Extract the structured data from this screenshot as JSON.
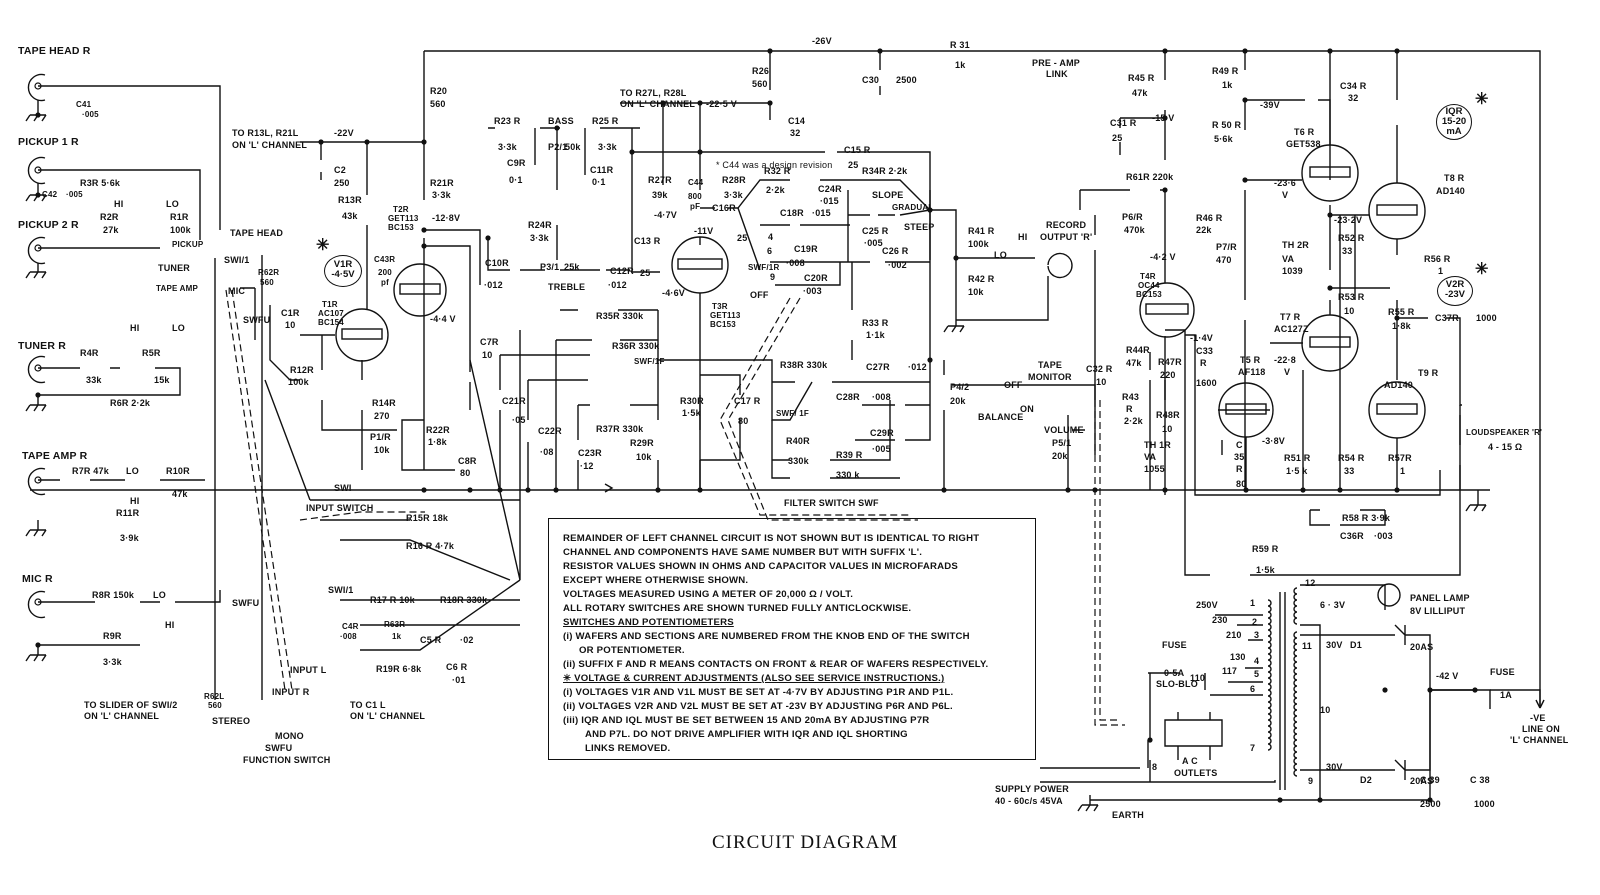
{
  "title": "CIRCUIT DIAGRAM",
  "inputs": {
    "tape_head": "TAPE HEAD R",
    "pickup1": "PICKUP 1 R",
    "pickup2": "PICKUP 2 R",
    "tuner": "TUNER R",
    "tape_amp": "TAPE AMP R",
    "mic": "MIC R"
  },
  "rails": {
    "v26": "-26V",
    "v22": "-22V",
    "v22_5": "-22·5 V",
    "v12_8": "-12·8V",
    "v15": "-15 V",
    "v39": "-39V",
    "v42": "-42  V"
  },
  "components": {
    "C41": "C41",
    "C41v": "·005",
    "C42": "C42",
    "C42v": "·005",
    "R3": "R3R 5·6k",
    "R2": "R2R",
    "R2v": "27k",
    "R1": "R1R",
    "R1v": "100k",
    "R4": "R4R",
    "R4v": "33k",
    "R5": "R5R",
    "R5v": "15k",
    "R6": "R6R  2·2k",
    "R7": "R7R  47k",
    "R10": "R10R",
    "R10v": "47k",
    "R11": "R11R",
    "R11v": "3·9k",
    "R8": "R8R 150k",
    "R9": "R9R",
    "R9v": "3·3k",
    "R62R": "R62R",
    "R62Rv": "560",
    "R62L": "R62L",
    "R62Lv": "560",
    "C2": "C2",
    "C2v": "250",
    "R13": "R13R",
    "R13v": "43k",
    "R20": "R20",
    "R20v": "560",
    "R21": "R21R",
    "R21v": "3·3k",
    "T2": "T2R",
    "T2a": "GET113",
    "T2b": "BC153",
    "C43": "C43R",
    "C43v": "200",
    "C43u": "pf",
    "T1": "T1R",
    "T1a": "AC107",
    "T1b": "BC154",
    "C1": "C1R",
    "C1v": "10",
    "R12": "R12R",
    "R12v": "100k",
    "R14": "R14R",
    "R14v": "270",
    "P1": "P1/R",
    "P1v": "10k",
    "R22": "R22R",
    "R22v": "1·8k",
    "C8": "C8R",
    "C8v": "80",
    "C7": "C7R",
    "C7v": "10",
    "R23": "R23 R",
    "R23v": "3·3k",
    "BASS": "BASS",
    "P2": "P2/1",
    "P2v": "50k",
    "R25": "R25 R",
    "R25v": "3·3k",
    "C9": "C9R",
    "C9v": "0·1",
    "C11": "C11R",
    "C11v": "0·1",
    "R24": "R24R",
    "R24v": "3·3k",
    "C10": "C10R",
    "C10v": "·012",
    "P3": "P3/1",
    "P3v": "25k",
    "TREBLE": "TREBLE",
    "C12": "C12R",
    "C12v": "·012",
    "R26": "R26",
    "R26v": "560",
    "C14": "C14",
    "C14v": "32",
    "C30": "C30",
    "C30v": "2500",
    "R31": "R 31",
    "R31v": "1k",
    "C15": "C15  R",
    "C15v": "25",
    "R27": "R27R",
    "R27v": "39k",
    "C44": "C44",
    "C44v": "800",
    "C44u": "pF",
    "R28": "R28R",
    "R28v": "3·3k",
    "C16": "C16R",
    "C16v": "25",
    "C13": "C13 R",
    "C13v": "25",
    "T3": "T3R",
    "T3a": "GET113",
    "T3b": "BC153",
    "R32": "R32 R",
    "R32v": "2·2k",
    "C24": "C24R",
    "C24v": "·015",
    "C18": "C18R",
    "C18v": "·015",
    "C19": "C19R",
    "C19v": "·008",
    "C20": "C20R",
    "C20v": "·003",
    "R34": "R34R  2·2k",
    "SLOPE": "SLOPE",
    "GRADUAL": "GRADUAL",
    "STEEP": "STEEP",
    "C25": "C25 R",
    "C25v": "·005",
    "C26": "C26 R",
    "C26v": "·002",
    "R33": "R33 R",
    "R33v": "1·1k",
    "R35": "R35R  330k",
    "R36": "R36R  330k",
    "R37": "R37R  330k",
    "C21": "C21R",
    "C21v": "·05",
    "C22": "C22R",
    "C22v": "·08",
    "C23": "C23R",
    "C23v": "·12",
    "R29": "R29R",
    "R29v": "10k",
    "R30": "R30R",
    "R30v": "1·5k",
    "C17": "C17 R",
    "C17v": "80",
    "R38": "R38R 330k",
    "C27": "C27R",
    "C27v": "·012",
    "C28": "C28R",
    "C28v": "·008",
    "C29": "C29R",
    "C29v": "·005",
    "R40": "R40R",
    "R40v": "330k",
    "R39": "R39 R",
    "R39v": "330 k",
    "P4": "P4/2",
    "P4v": "20k",
    "BALANCE": "BALANCE",
    "R41": "R41 R",
    "R41v": "100k",
    "R42": "R42 R",
    "R42v": "10k",
    "R45": "R45 R",
    "R45v": "47k",
    "C31": "C31 R",
    "C31v": "25",
    "R61": "R61R 220k",
    "P6": "P6/R",
    "P6v": "470k",
    "R46": "R46 R",
    "R46v": "22k",
    "T4": "T4R",
    "T4a": "OC44",
    "T4b": "BC153",
    "R44": "R44R",
    "R44v": "47k",
    "C32": "C32 R",
    "C32v": "10",
    "R43": "R43",
    "R43r": "R",
    "R43v": "2·2k",
    "P5": "P5/1",
    "P5v": "20k",
    "VOLUME": "VOLUME",
    "R47": "R47R",
    "R47v": "220",
    "C33": "C33",
    "C33r": "R",
    "C33v": "1600",
    "R48": "R48R",
    "R48v": "10",
    "TH1": "TH 1R",
    "TH1a": "VA",
    "TH1b": "1055",
    "R49": "R49 R",
    "R49v": "1k",
    "R50": "R 50 R",
    "R50v": "5·6k",
    "T6": "T6 R",
    "T6a": "GET538",
    "C34": "C34 R",
    "C34v": "32",
    "P7": "P7/R",
    "P7v": "470",
    "TH2": "TH 2R",
    "TH2a": "VA",
    "TH2b": "1039",
    "R52": "R52 R",
    "R52v": "33",
    "T7": "T7 R",
    "T7a": "AC127Z",
    "R53": "R53 R",
    "R53v": "10",
    "T5": "T5 R",
    "T5a": "AF118",
    "C35": "C",
    "C35n": "35",
    "C35r": "R",
    "C35v": "80",
    "R51": "R51 R",
    "R51v": "1·5 k",
    "R54": "R54 R",
    "R54v": "33",
    "T8": "T8 R",
    "T8a": "AD140",
    "R56": "R56 R",
    "R56v": "1",
    "R55": "R55 R",
    "R55v": "1·8k",
    "C37": "C37R",
    "C37v": "1000",
    "T9": "T9 R",
    "T9a": "AD140",
    "R57": "R57R",
    "R57v": "1",
    "R58": "R58 R  3·9k",
    "C36": "C36R",
    "C36v": "·003",
    "R59": "R59 R",
    "R59v": "1·5k",
    "R15": "R15R  18k",
    "R16": "R16 R  4·7k",
    "R17": "R17 R  10k",
    "R18": "R18R  330k",
    "C4": "C4R",
    "C4v": "·008",
    "R63": "R63R",
    "R63v": "1k",
    "C5": "C5 R",
    "C5v": "·02",
    "R19": "R19R  6·8k",
    "C6": "C6 R",
    "C6v": "·01",
    "C39": "C 39",
    "C39v": "2500",
    "C38": "C 38",
    "C38v": "1000",
    "D1": "D1",
    "D1v": "20AS",
    "D2": "D2",
    "D2v": "20AS"
  },
  "voltages": {
    "t2e": "-4·4 V",
    "t3b": "-4·7V",
    "t3c": "-11V",
    "t3e": "-4·6V",
    "t4c": "-4·2 V",
    "t4e": "-1·4V",
    "t6b": "-23·6",
    "t6bu": "V",
    "t6e": "-23·2V",
    "t7b": "-22·8",
    "t7bu": "V",
    "t5e": "-3·8V"
  },
  "meters": {
    "v1": {
      "name": "V1R",
      "value": "-4·5V"
    },
    "v2": {
      "name": "V2R",
      "value": "-23V"
    },
    "iq": {
      "name": "IQR",
      "value": "15-20",
      "unit": "mA"
    }
  },
  "labels": {
    "to_r13l": "TO R13L, R21L",
    "on_l_channel": "ON 'L' CHANNEL",
    "to_r27l": "TO R27L, R28L",
    "on_l_channel2": "ON 'L' CHANNEL",
    "c44_note": "* C44 was a design revision",
    "preamp_link": "PRE - AMP",
    "preamp_link2": "LINK",
    "tape_head_sw": "TAPE HEAD",
    "tuner_sw": "TUNER",
    "tape_amp_sw": "TAPE AMP",
    "mic_sw": "MIC",
    "pickup_sw": "PICKUP",
    "swi1": "SWI/1",
    "swfu": "SWFU",
    "hi": "HI",
    "lo": "LO",
    "swi": "SWI",
    "input_switch": "INPUT SWITCH",
    "swf1r": "SWF/1R",
    "swf1f": "SWF/1F",
    "swf1f2": "SWF/ 1F",
    "off": "OFF",
    "pos4": "4",
    "pos6": "6",
    "pos9": "9",
    "filter_switch": "FILTER  SWITCH  SWF",
    "record_output": "RECORD",
    "record_output2": "OUTPUT 'R'",
    "tape_monitor": "TAPE",
    "tape_monitor2": "MONITOR",
    "tm_off": "OFF",
    "tm_on": "ON",
    "loudspeaker": "LOUDSPEAKER 'R'",
    "loudspeaker_imp": "4 - 15 Ω",
    "input_l": "INPUT L",
    "input_r": "INPUT R",
    "stereo": "STEREO",
    "mono": "MONO",
    "swfu_title": "SWFU",
    "function_switch": "FUNCTION SWITCH",
    "to_slider": "TO SLIDER OF SWI/2",
    "to_slider2": "ON 'L' CHANNEL",
    "to_c1l": "TO C1 L",
    "to_c1l2": "ON 'L' CHANNEL",
    "panel_lamp": "PANEL  LAMP",
    "panel_lamp2": "8V  LILLIPUT",
    "v63": "6 · 3V",
    "v30a": "30V",
    "v30b": "30V",
    "v250": "250V",
    "v230": "230",
    "v210": "210",
    "v130": "130",
    "v117": "117",
    "v110": "110",
    "tap1": "1",
    "tap2": "2",
    "tap3": "3",
    "tap4": "4",
    "tap5": "5",
    "tap6": "6",
    "tap7": "7",
    "tap8": "8",
    "tap9": "9",
    "tap10": "10",
    "tap11": "11",
    "tap12": "12",
    "fuse1": "FUSE",
    "fuse1v": "0·5A",
    "fuse1t": "SLO-BLO",
    "fuse2": "FUSE",
    "fuse2v": "1A",
    "ac_outlets": "A C",
    "ac_outlets2": "OUTLETS",
    "supply_power": "SUPPLY POWER",
    "supply_power2": "40 - 60c/s  45VA",
    "earth": "EARTH",
    "ve_line": "-VE",
    "ve_line2": "LINE ON",
    "ve_line3": "'L' CHANNEL"
  },
  "notes": [
    "REMAINDER OF LEFT CHANNEL CIRCUIT IS NOT SHOWN BUT IS IDENTICAL TO RIGHT",
    "CHANNEL AND COMPONENTS HAVE SAME NUMBER BUT WITH SUFFIX 'L'.",
    "RESISTOR VALUES SHOWN IN OHMS AND CAPACITOR VALUES IN MICROFARADS",
    "EXCEPT WHERE OTHERWISE SHOWN.",
    "VOLTAGES MEASURED USING A METER OF 20,000 Ω / VOLT.",
    "ALL ROTARY SWITCHES ARE SHOWN TURNED FULLY ANTICLOCKWISE.",
    "SWITCHES AND POTENTIOMETERS",
    "(i) WAFERS AND SECTIONS ARE NUMBERED FROM THE KNOB END OF THE SWITCH",
    "OR POTENTIOMETER.",
    "(ii) SUFFIX F AND R MEANS CONTACTS ON FRONT & REAR OF WAFERS RESPECTIVELY.",
    "✳ VOLTAGE & CURRENT ADJUSTMENTS  (ALSO SEE SERVICE INSTRUCTIONS.)",
    "(i) VOLTAGES V1R AND V1L MUST BE SET AT -4·7V BY ADJUSTING P1R AND P1L.",
    "(ii) VOLTAGES V2R AND V2L MUST BE SET AT -23V BY ADJUSTING P6R AND P6L.",
    "(iii) IQR AND IQL MUST BE SET BETWEEN 15 AND 20mA BY ADJUSTING P7R",
    "AND P7L. DO NOT DRIVE AMPLIFIER WITH IQR AND IQL SHORTING",
    "LINKS REMOVED."
  ]
}
